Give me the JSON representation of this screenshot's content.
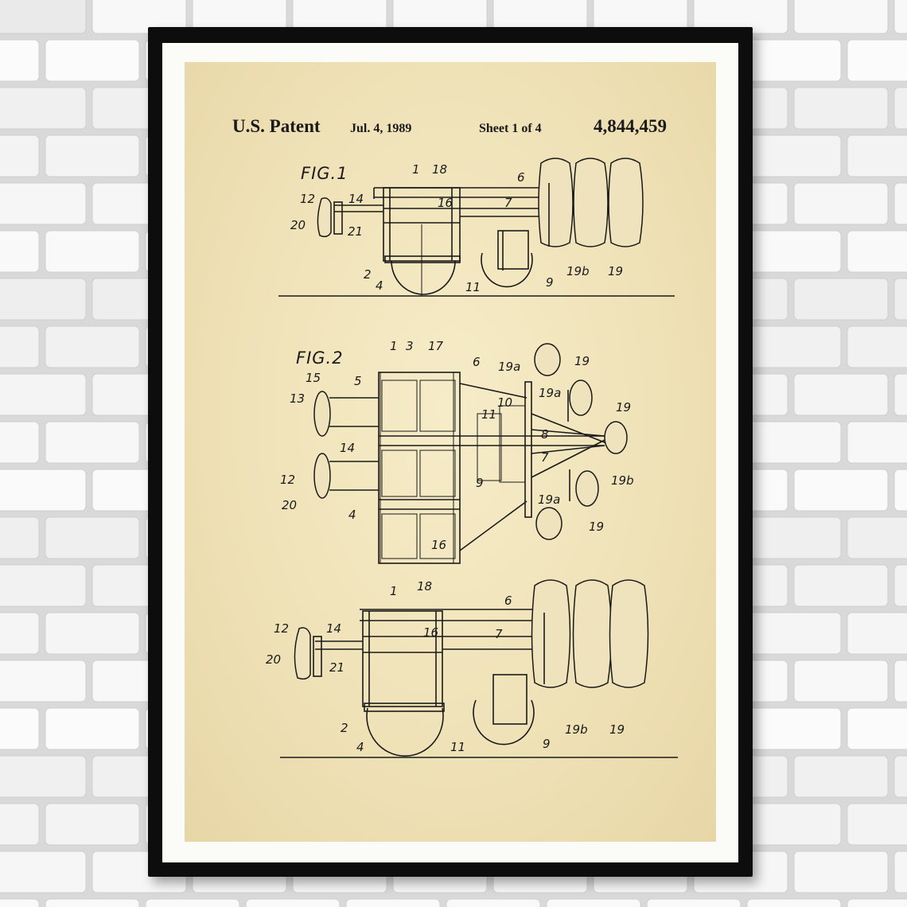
{
  "patent_header": {
    "title": "U.S. Patent",
    "date": "Jul. 4, 1989",
    "sheet": "Sheet 1 of 4",
    "number": "4,844,459"
  },
  "figures": {
    "fig1": "FIG.1",
    "fig2": "FIG.2"
  },
  "reference_numerals": {
    "fig1": [
      "1",
      "18",
      "6",
      "14",
      "16",
      "12",
      "7",
      "20",
      "21",
      "2",
      "4",
      "11",
      "9",
      "19b",
      "19"
    ],
    "fig2": [
      "1",
      "3",
      "17",
      "6",
      "19a",
      "19",
      "15",
      "5",
      "13",
      "10",
      "19a",
      "11",
      "19",
      "8",
      "14",
      "7",
      "19b",
      "12",
      "9",
      "20",
      "19a",
      "4",
      "19",
      "16"
    ],
    "fig3": [
      "1",
      "18",
      "6",
      "14",
      "12",
      "16",
      "7",
      "20",
      "21",
      "2",
      "4",
      "11",
      "9",
      "19b",
      "19"
    ]
  },
  "colors": {
    "paper": "#efe1b6",
    "ink": "#1a1a1a",
    "frame": "#0d0d0d",
    "mat": "#fbfbf8",
    "wall": "#e9e9e9"
  }
}
